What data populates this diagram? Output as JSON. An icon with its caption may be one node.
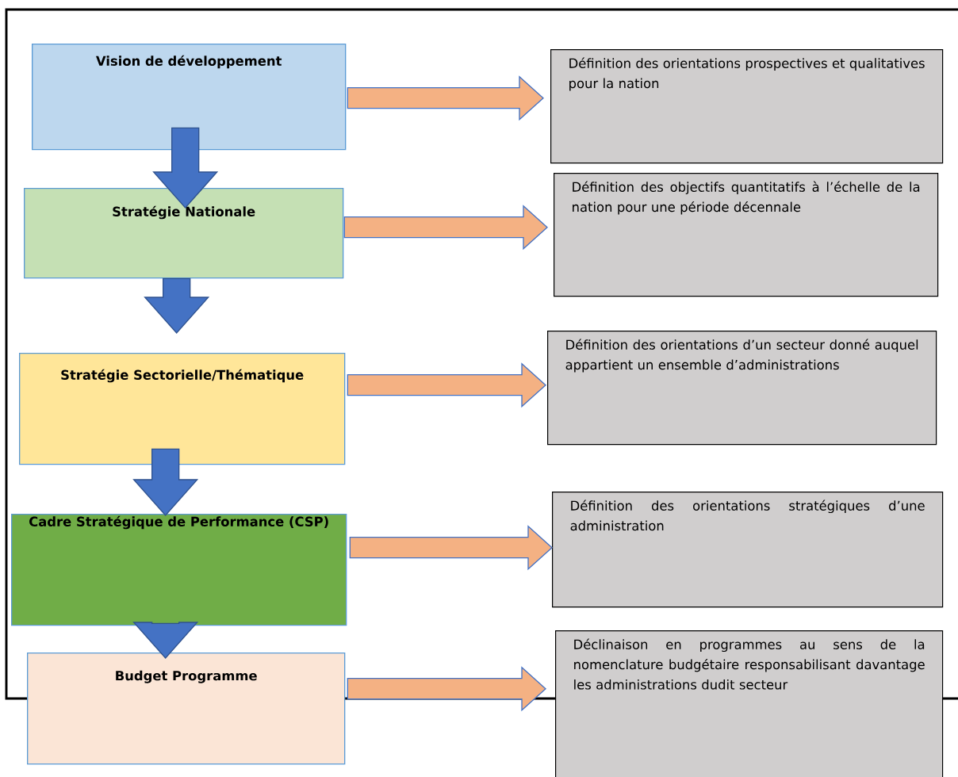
{
  "diagram": {
    "nodes": [
      {
        "text": [
          "Vision de développement"
        ]
      },
      {
        "text": [
          "Stratégie Nationale"
        ]
      },
      {
        "text": [
          "Stratégie Sectorielle/Thématique"
        ]
      },
      {
        "text": [
          "Cadre Stratégique de Performance (CSP)"
        ]
      },
      {
        "text": [
          "Budget Programme"
        ]
      },
      {
        "text": [
          "Définition des orientations prospectives et qualitatives pour la nation"
        ]
      },
      {
        "text": [
          "Définition des objectifs quantitatifs à l’échelle de la nation pour une période décennale"
        ]
      },
      {
        "text": [
          "Définition des orientations d’un secteur donné auquel appartient un ensemble d’administrations"
        ]
      },
      {
        "text": [
          "Définition des orientations stratégiques d’une administration"
        ]
      },
      {
        "text": [
          "Déclinaison en programmes au sens de la nomenclature budgétaire responsabilisant davantage les administrations dudit secteur"
        ]
      }
    ],
    "edges": [
      {
        "from": 0,
        "to": 1,
        "arrow": "to"
      },
      {
        "from": 1,
        "to": 2,
        "arrow": "to"
      },
      {
        "from": 2,
        "to": 3,
        "arrow": "to"
      },
      {
        "from": 3,
        "to": 4,
        "arrow": "to"
      },
      {
        "from": 0,
        "to": 5,
        "arrow": "to",
        "color": "#f4b183"
      },
      {
        "from": 1,
        "to": 6,
        "arrow": "to",
        "color": "#f4b183"
      },
      {
        "from": 2,
        "to": 7,
        "arrow": "to",
        "color": "#f4b183"
      },
      {
        "from": 3,
        "to": 8,
        "arrow": "to",
        "color": "#f4b183"
      },
      {
        "from": 4,
        "to": 9,
        "arrow": "to",
        "color": "#f4b183"
      }
    ]
  }
}
